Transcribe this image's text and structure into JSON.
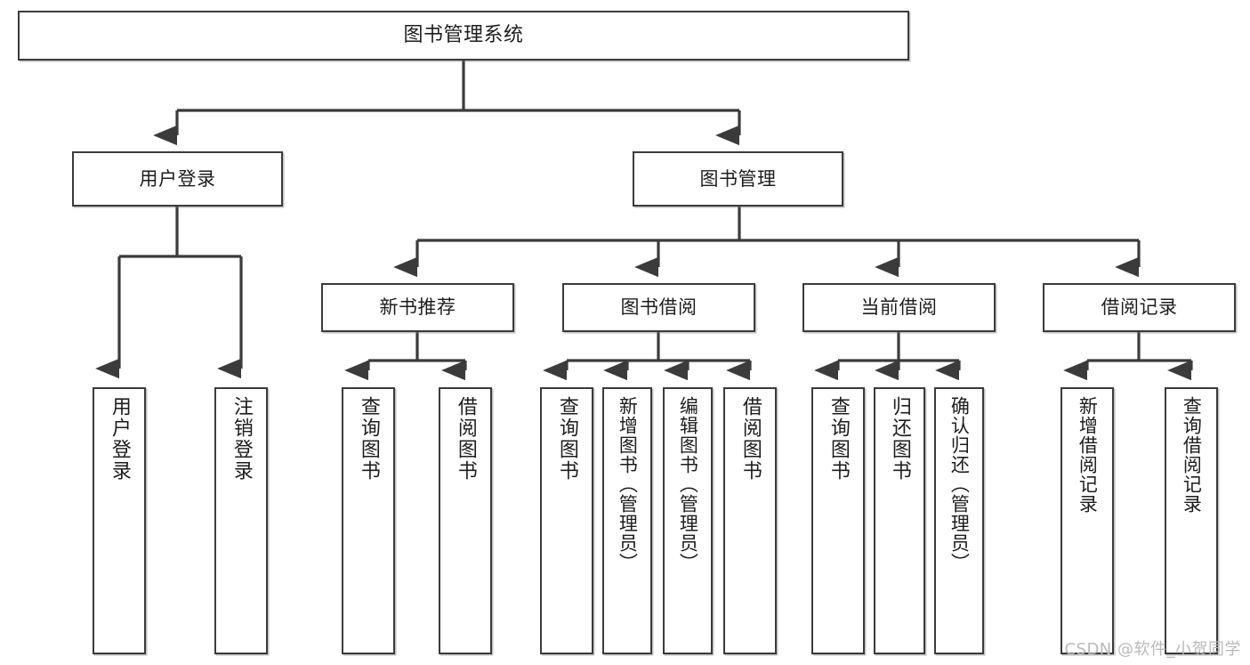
{
  "diagram": {
    "title": "图书管理系统",
    "watermark": "CSDN @软件_小贺同学",
    "stroke_color": "#3b3b3b",
    "fill_color": "#ffffff",
    "text_color": "#1d1d1d",
    "watermark_color": "#b9b9b9"
  },
  "nodes": {
    "root": {
      "label": "图书管理系统"
    },
    "level2": [
      {
        "label": "用户登录"
      },
      {
        "label": "图书管理"
      }
    ],
    "level3": [
      {
        "label": "新书推荐"
      },
      {
        "label": "图书借阅"
      },
      {
        "label": "当前借阅"
      },
      {
        "label": "借阅记录"
      }
    ],
    "leaves_user_login": [
      {
        "label": "用户登录"
      },
      {
        "label": "注销登录"
      }
    ],
    "leaves_new_book": [
      {
        "label": "查询图书"
      },
      {
        "label": "借阅图书"
      }
    ],
    "leaves_borrow": [
      {
        "label": "查询图书"
      },
      {
        "label": "新增图书（管理员）"
      },
      {
        "label": "编辑图书（管理员）"
      },
      {
        "label": "借阅图书"
      }
    ],
    "leaves_current": [
      {
        "label": "查询图书"
      },
      {
        "label": "归还图书"
      },
      {
        "label": "确认归还（管理员）"
      }
    ],
    "leaves_record": [
      {
        "label": "新增借阅记录"
      },
      {
        "label": "查询借阅记录"
      }
    ]
  }
}
